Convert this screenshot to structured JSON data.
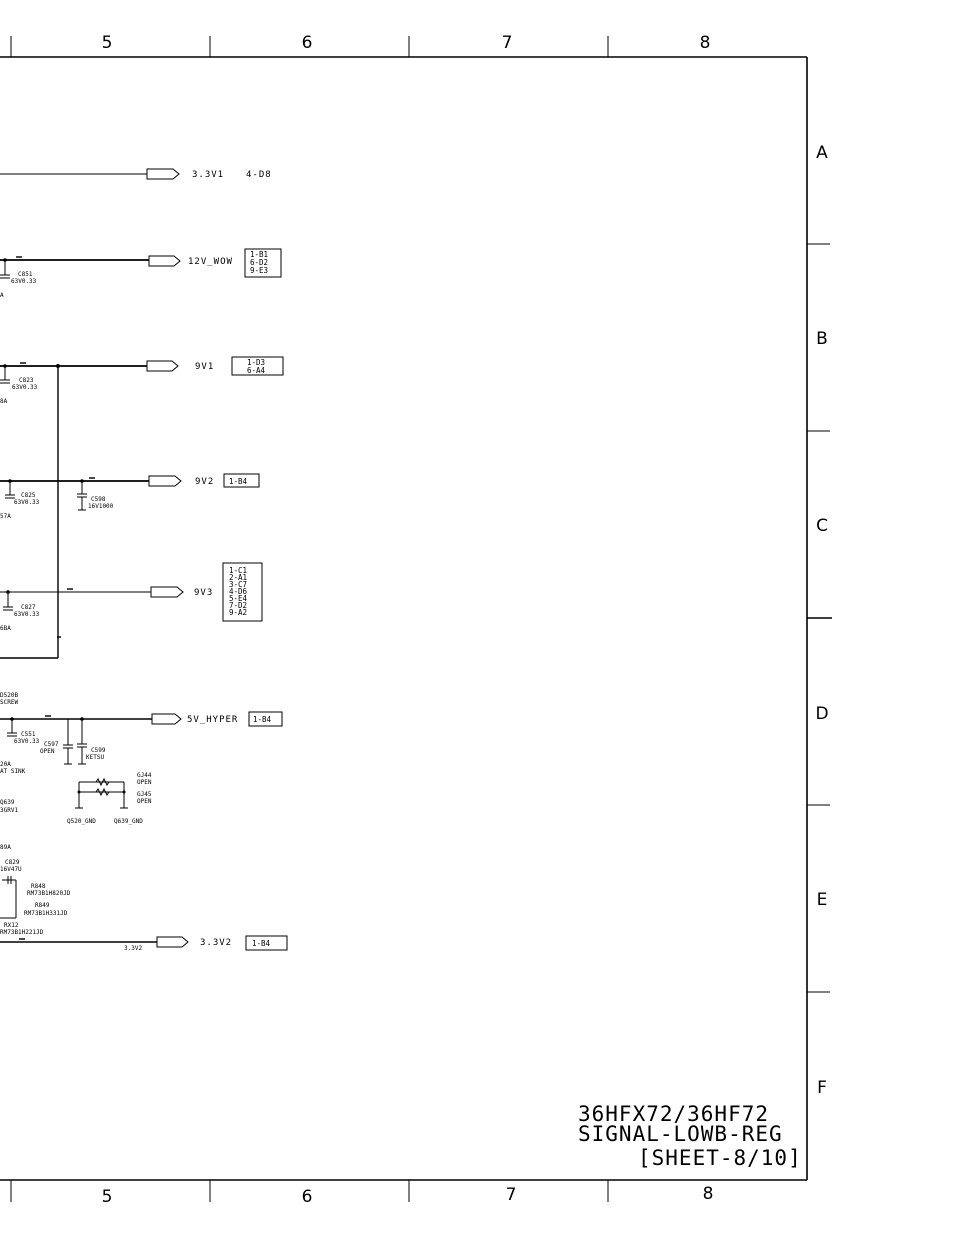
{
  "columns": [
    "5",
    "6",
    "7",
    "8"
  ],
  "rows": [
    "A",
    "B",
    "C",
    "D",
    "E",
    "F"
  ],
  "title": {
    "line1": "36HFX72/36HF72",
    "line2": "SIGNAL-LOWB-REG",
    "line3": "[SHEET-8/10]"
  },
  "nets": [
    {
      "label": "3.3V1",
      "ref_text": "4-D8",
      "refs": []
    },
    {
      "label": "12V_WOW",
      "ref_text": "",
      "refs": [
        "1-B1",
        "6-D2",
        "9-E3"
      ]
    },
    {
      "label": "9V1",
      "ref_text": "",
      "refs": [
        "1-D3",
        "6-A4"
      ]
    },
    {
      "label": "9V2",
      "ref_text": "",
      "refs": [
        "1-B4"
      ]
    },
    {
      "label": "9V3",
      "ref_text": "",
      "refs": [
        "1-C1",
        "2-A1",
        "3-C7",
        "4-D6",
        "5-E4",
        "7-D2",
        "9-A2"
      ]
    },
    {
      "label": "5V_HYPER",
      "ref_text": "",
      "refs": [
        "1-B4"
      ]
    },
    {
      "label": "3.3V2",
      "ref_text": "",
      "refs": [
        "1-B4"
      ]
    }
  ],
  "components": {
    "c851": {
      "name": "C851",
      "value": "63V0.33",
      "frag": "A"
    },
    "c823": {
      "name": "C823",
      "value": "63V0.33",
      "frag": "8A"
    },
    "c825": {
      "name": "C825",
      "value": "63V0.33",
      "frag": "57A"
    },
    "c598": {
      "name": "C598",
      "value": "16V1000"
    },
    "c827": {
      "name": "C827",
      "value": "63V0.33",
      "frag": "6BA"
    },
    "d520": {
      "name": "D520B",
      "note": "SCREW"
    },
    "c551": {
      "name": "C551",
      "value": "63V0.33"
    },
    "c597": {
      "name": "C597",
      "value": "OPEN"
    },
    "c599": {
      "name": "C599",
      "value": "KETSU"
    },
    "heat": {
      "name": "20A",
      "note": "AT SINK"
    },
    "q639": {
      "name": "Q639",
      "value": "3GRV1"
    },
    "gj44": {
      "name": "GJ44",
      "value": "OPEN"
    },
    "gj45": {
      "name": "GJ45",
      "value": "OPEN"
    },
    "gnd1": {
      "name": "Q520_GND"
    },
    "gnd2": {
      "name": "Q639_GND"
    },
    "frag89": {
      "name": "89A"
    },
    "c829": {
      "name": "C829",
      "value": "16V47U"
    },
    "r848": {
      "name": "R848",
      "value": "RM73B1H820JD"
    },
    "r849": {
      "name": "R849",
      "value": "RM73B1H331JD"
    },
    "rx12": {
      "name": "RX12",
      "value": "RM73B1H221JD"
    },
    "net332": {
      "name": "3.3V2"
    }
  }
}
